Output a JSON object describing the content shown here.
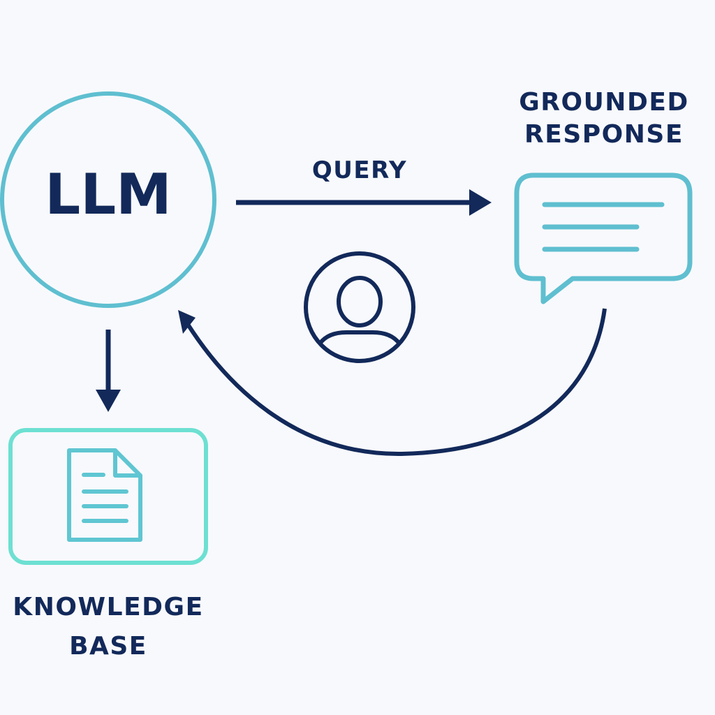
{
  "colors": {
    "background": "#f8f9fc",
    "navy": "#12295a",
    "teal": "#5fbfd0",
    "mint": "#6de0d2"
  },
  "nodes": {
    "llm": {
      "label": "LLM",
      "icon": "circle-node"
    },
    "knowledge_base": {
      "label_line1": "KNOWLEDGE",
      "label_line2": "BASE",
      "icon": "document-icon"
    },
    "grounded_response": {
      "label_line1": "GROUNDED",
      "label_line2": "RESPONSE",
      "icon": "speech-bubble-icon"
    },
    "user": {
      "icon": "user-icon"
    }
  },
  "edges": {
    "query": {
      "label": "QUERY",
      "from": "llm",
      "to": "grounded_response"
    },
    "retrieve": {
      "label": "",
      "from": "llm",
      "to": "knowledge_base"
    },
    "feedback": {
      "label": "",
      "from": "grounded_response",
      "to": "llm"
    }
  }
}
